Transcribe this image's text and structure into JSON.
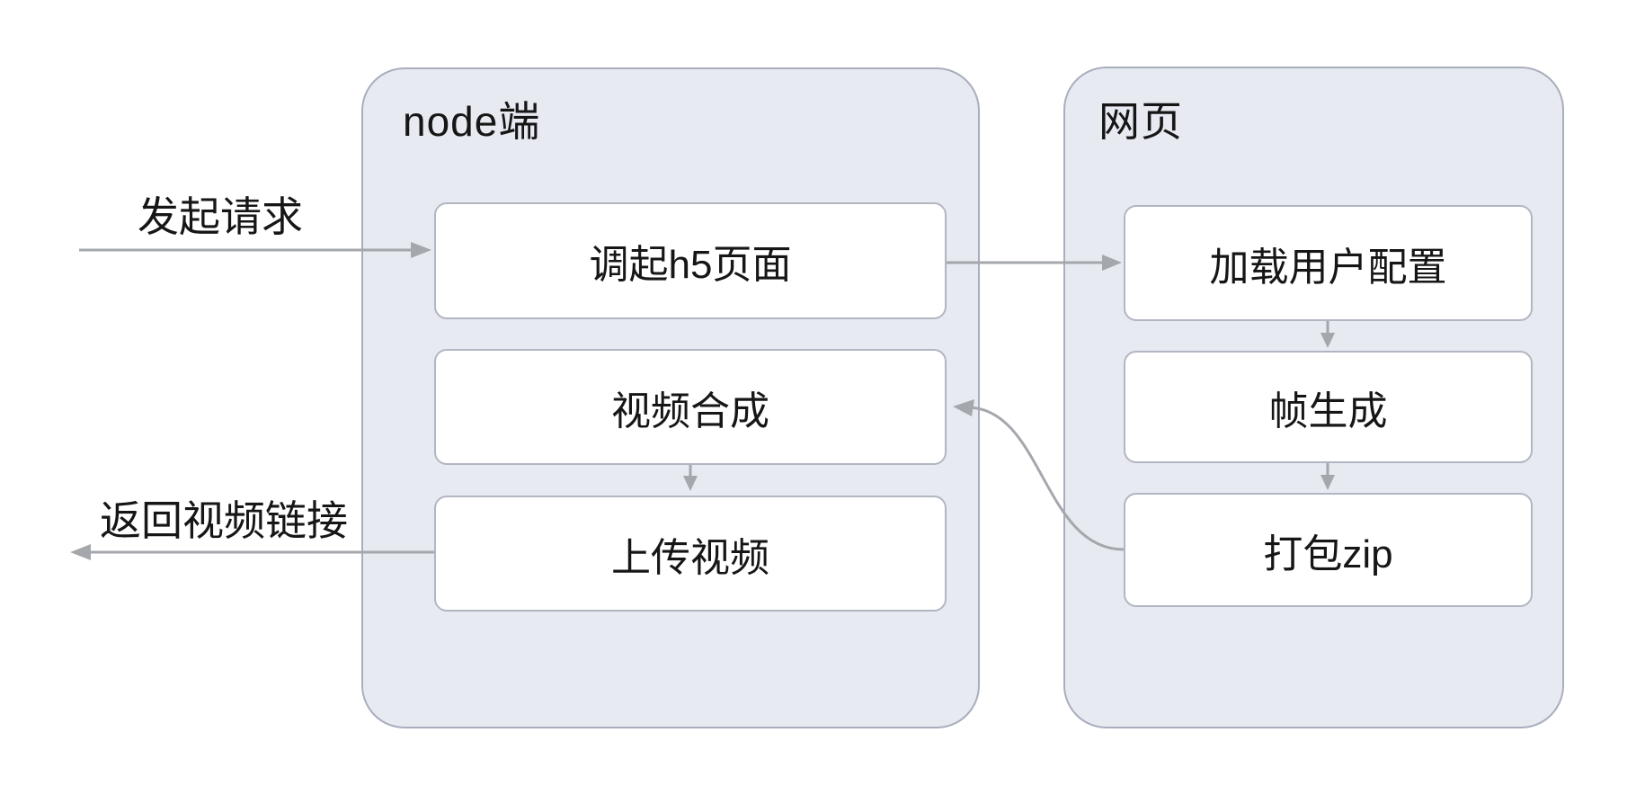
{
  "containers": [
    {
      "title": "node端",
      "boxes": [
        {
          "label": "调起h5页面"
        },
        {
          "label": "视频合成"
        },
        {
          "label": "上传视频"
        }
      ]
    },
    {
      "title": "网页",
      "boxes": [
        {
          "label": "加载用户配置"
        },
        {
          "label": "帧生成"
        },
        {
          "label": "打包zip"
        }
      ]
    }
  ],
  "arrows": {
    "request": {
      "label": "发起请求"
    },
    "response": {
      "label": "返回视频链接"
    }
  },
  "colors": {
    "container_fill": "#e8eaf2",
    "container_border": "#a9aebd",
    "box_fill": "#ffffff",
    "box_border": "#b1b6c2",
    "arrow": "#a4a7ac",
    "text": "#161616",
    "page_bg": "#ffffff"
  }
}
